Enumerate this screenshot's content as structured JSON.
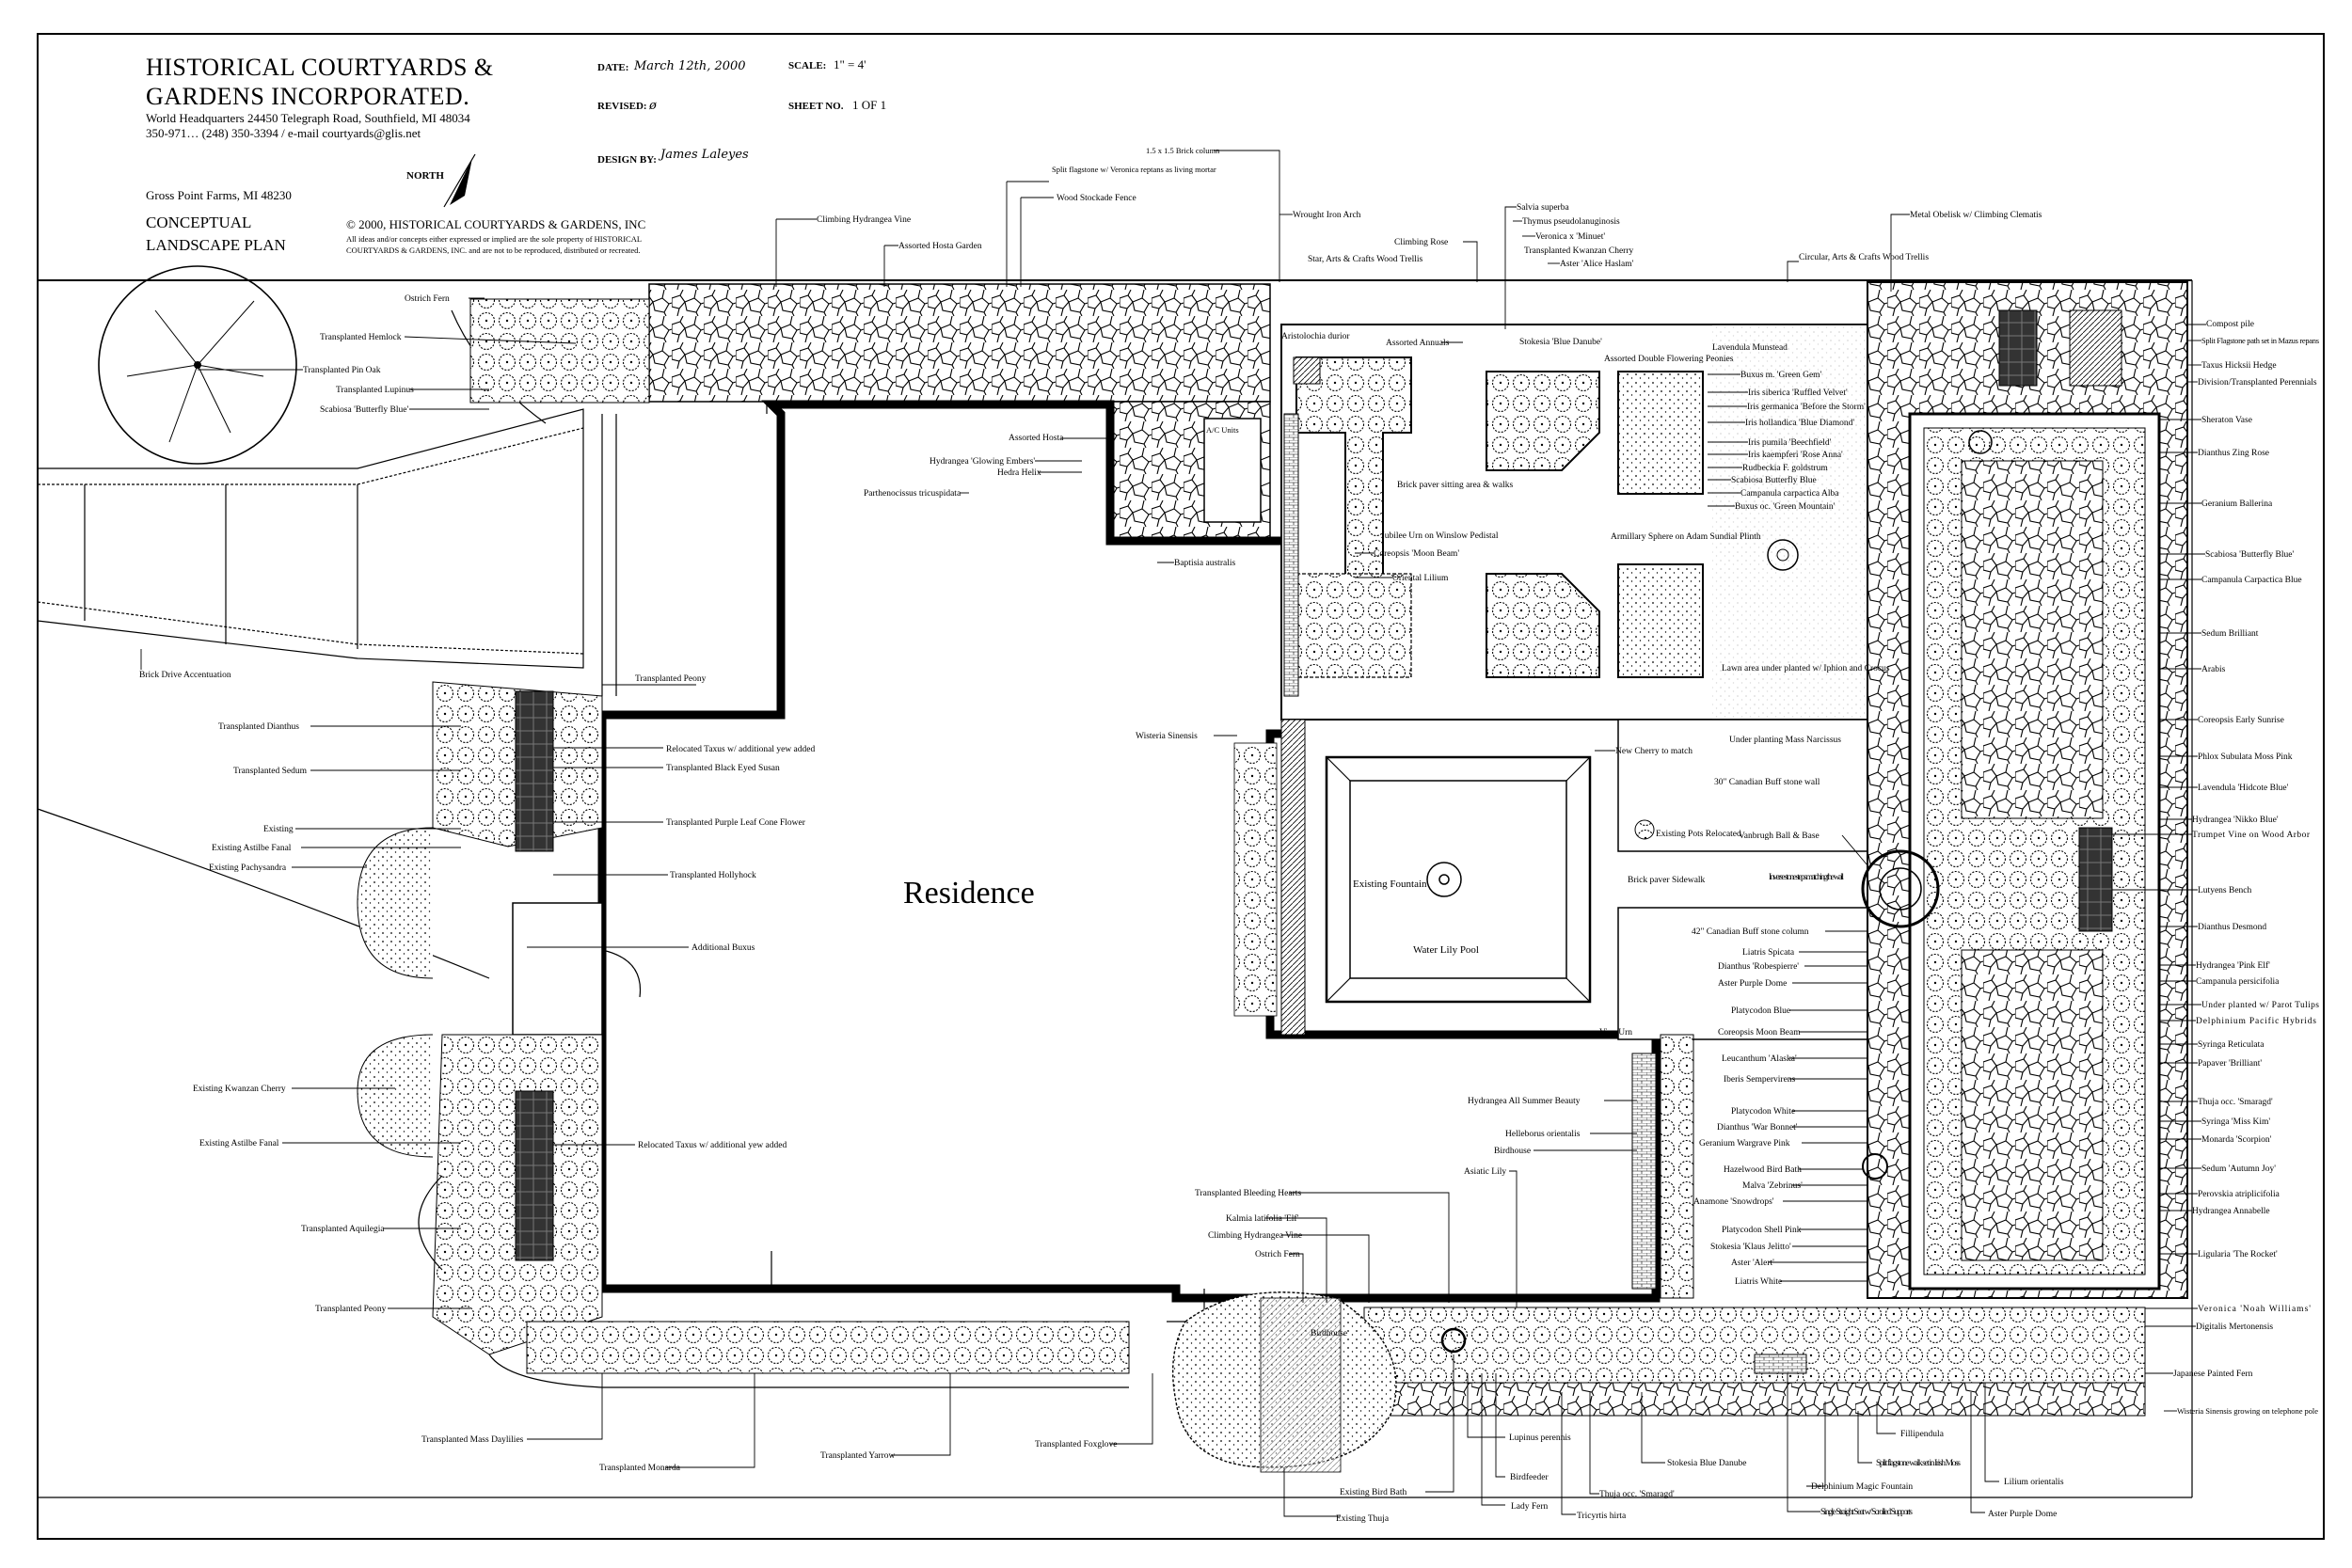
{
  "title_block": {
    "company_line1": "HISTORICAL COURTYARDS &",
    "company_line2": "GARDENS INCORPORATED.",
    "address": "World Headquarters 24450 Telegraph Road, Southfield, MI 48034",
    "contact": "350-971… (248) 350-3394 / e-mail courtyards@glis.net",
    "client_city": "Gross Point Farms, MI  48230",
    "plan_line1": "CONCEPTUAL",
    "plan_line2": "LANDSCAPE PLAN",
    "copyright": "© 2000, HISTORICAL COURTYARDS & GARDENS, INC",
    "rights1": "All ideas and/or concepts either expressed or implied are the sole property of HISTORICAL",
    "rights2": "COURTYARDS & GARDENS, INC. and are not to be reproduced, distributed or recreated.",
    "north": "NORTH",
    "date_label": "DATE:",
    "date_value": "March 12th, 2000",
    "scale_label": "SCALE:",
    "scale_value": "1\" = 4'",
    "revised_label": "REVISED:",
    "revised_value": "ø",
    "sheet_label": "SHEET NO.",
    "sheet_value": "1 OF 1",
    "design_label": "DESIGN BY:",
    "design_value": "James Laleyes"
  },
  "center": {
    "residence": "Residence",
    "fountain": "Existing Fountain",
    "pool": "Water Lily Pool",
    "birdhouse": "Birdhouse"
  },
  "labels": {
    "ostrich_fern_top": "Ostrich Fern",
    "hemlock": "Transplanted Hemlock",
    "pin_oak": "Transplanted Pin Oak",
    "lupinus": "Transplanted Lupinus",
    "scabiosa_left": "Scabiosa 'Butterfly Blue'",
    "brick_drive": "Brick Drive Accentuation",
    "dianthus_left": "Transplanted Dianthus",
    "sedum_left": "Transplanted Sedum",
    "existing": "Existing",
    "astilbe1": "Existing Astilbe Fanal",
    "pachysandra": "Existing Pachysandra",
    "kwanzan_left": "Existing Kwanzan Cherry",
    "astilbe2": "Existing Astilbe Fanal",
    "aquilegia": "Transplanted Aquilegia",
    "peony_left": "Transplanted Peony",
    "mass_daylilies": "Transplanted Mass Daylilies",
    "monarda": "Transplanted Monarda",
    "yarrow": "Transplanted Yarrow",
    "foxglove": "Transplanted Foxglove",
    "climbing_hydrangea_top": "Climbing Hydrangea Vine",
    "hosta_garden": "Assorted Hosta Garden",
    "split_flag_top": "Split flagstone w/ Veronica reptans as living mortar",
    "stockade": "Wood Stockade Fence",
    "brick_column": "1.5  x 1.5 Brick column",
    "iron_arch": "Wrought Iron Arch",
    "arts_trellis": "Star, Arts & Crafts Wood Trellis",
    "climbing_rose": "Climbing Rose",
    "aristolochia": "Aristolochia durior",
    "annuals": "Assorted Annuals",
    "salvia": "Salvia superba",
    "thymus": "Thymus pseudolanuginosis",
    "veronica_minuet": "Veronica x 'Minuet'",
    "kwanzan_top": "Transplanted Kwanzan Cherry",
    "aster_alice": "Aster 'Alice Haslam'",
    "stokesia_blue_danube_top": "Stokesia 'Blue Danube'",
    "lavendula_munstead": "Lavendula Munstead",
    "double_peonies": "Assorted Double Flowering Peonies",
    "buxus_green_gem": "Buxus m. 'Green Gem'",
    "iris_ruffled": "Iris siberica 'Ruffled Velvet'",
    "iris_before": "Iris germanica 'Before the Storm'",
    "iris_blue_diamond": "Iris hollandica 'Blue Diamond'",
    "iris_beechfield": "Iris pumila 'Beechfield'",
    "iris_rose_anna": "Iris kaempferi 'Rose Anna'",
    "rudbeckia": "Rudbeckia F. goldstrum",
    "scabiosa_mid": "Scabiosa Butterfly Blue",
    "campanula_alba": "Campanula carpactica Alba",
    "buxus_green_mountain": "Buxus oc. 'Green Mountain'",
    "circular_trellis": "Circular, Arts & Crafts Wood Trellis",
    "metal_obelisk": "Metal Obelisk w/ Climbing Clematis",
    "assorted_hosta": "Assorted Hosta",
    "ac_unit": "A/C Units",
    "glowing_embers": "Hydrangea 'Glowing Embers'",
    "hedra": "Hedra Helix",
    "parthenocissus": "Parthenocissus tricuspidata",
    "baptisia": "Baptisia australis",
    "brick_paver_sitting": "Brick paver sitting area & walks",
    "jubilee_urn": "Jubilee Urn on Winslow Pedistal",
    "coreopsis_moon_mid": "Coreopsis 'Moon Beam'",
    "oriental_lilium": "Oriental Lilium",
    "armillary": "Armillary Sphere on Adam Sundial Plinth",
    "lawn_iphion": "Lawn area under planted w/ Iphion and Crocus",
    "mass_narcissus": "Under planting Mass Narcissus",
    "new_cherry": "New Cherry to match",
    "buff_wall30": "30\" Canadian Buff stone wall",
    "existing_pots": "Existing Pots Relocated",
    "vanbrugh": "Vanbrugh Ball & Base",
    "brick_sidewalk": "Brick paver Sidewalk",
    "inverse_steps": "Inverse stone steps matching the wall",
    "wisteria_left": "Wisteria Sinensis",
    "peony_mid": "Transplanted Peony",
    "relocated_taxus1": "Relocated Taxus w/ additional yew added",
    "black_eyed": "Transplanted Black Eyed Susan",
    "purple_cone": "Transplanted Purple Leaf Cone Flower",
    "hollyhock": "Transplanted Hollyhock",
    "additional_buxus": "Additional Buxus",
    "relocated_taxus2": "Relocated Taxus w/ additional yew added",
    "buff_column42": "42\" Canadian Buff stone column",
    "liatris_spicata": "Liatris Spicata",
    "dianthus_robespierre": "Dianthus 'Robespierre'",
    "aster_purple_dome_mid": "Aster Purple Dome",
    "platycodon_blue": "Platycodon Blue",
    "coreopsis_moon_right": "Coreopsis Moon Beam",
    "leucanthum": "Leucanthum 'Alaska'",
    "iberis": "Iberis Sempervirens",
    "platycodon_white": "Platycodon White",
    "dianthus_war": "Dianthus 'War Bonnet'",
    "geranium_wargrave": "Geranium Wargrave Pink",
    "hazelwood": "Hazelwood Bird Bath",
    "malva": "Malva 'Zebrinus'",
    "anamone": "Anamone 'Snowdrops'",
    "platycodon_shell": "Platycodon Shell Pink",
    "stokesia_klaus": "Stokesia 'Klaus Jelitto'",
    "aster_alert": "Aster 'Alert'",
    "liatris_white": "Liatris White",
    "vine_urn": "Vine Urn",
    "hydrangea_all_summer": "Hydrangea All Summer Beauty",
    "helleborus": "Helleborus orientalis",
    "birdhouse_r": "Birdhouse",
    "asiatic_lily": "Asiatic Lily",
    "bleeding_hearts": "Transplanted Bleeding Hearts",
    "kalmia": "Kalmia latifolia 'Elf'",
    "climbing_hydrangea_bot": "Climbing Hydrangea Vine",
    "ostrich_fern_bot": "Ostrich Fern",
    "lupinus_perennis": "Lupinus perennis",
    "birdfeeder": "Birdfeeder",
    "bird_bath": "Existing Bird Bath",
    "lady_fern": "Lady Fern",
    "thuja": "Existing Thuja",
    "tricyrtis": "Tricyrtis hirta",
    "thuja_smaragd_bot": "Thuja occ. 'Smaragd'",
    "stokesia_bot": "Stokesia Blue Danube",
    "seat": "Single Straight Seat w/ Scrolled Supports",
    "delphinium_magic": "Delphinium Magic Fountain",
    "filipendula": "Fillipendula",
    "split_flag_irish": "Split flagstone walk set in Irish Moss",
    "lilium_orientalis": "Lilium orientalis",
    "aster_purple_dome_bot": "Aster Purple Dome",
    "compost": "Compost pile",
    "split_flag_mazus": "Split Flagstone path set in Mazus repans",
    "taxus_hicksii": "Taxus Hicksii Hedge",
    "division": "Division/Transplanted Perennials",
    "sheraton": "Sheraton Vase",
    "dianthus_zing": "Dianthus Zing Rose",
    "geranium_ballerina": "Geranium Ballerina",
    "scabiosa_right": "Scabiosa 'Butterfly Blue'",
    "campanula_blue": "Campanula Carpactica Blue",
    "sedum_brilliant": "Sedum Brilliant",
    "arabis": "Arabis",
    "coreopsis_early": "Coreopsis Early Sunrise",
    "phlox": "Phlox Subulata Moss Pink",
    "lavendula_hidcote": "Lavendula 'Hidcote Blue'",
    "hydrangea_nikko": "Hydrangea 'Nikko Blue'",
    "trumpet_vine": "Trumpet Vine on Wood Arbor",
    "lutyens": "Lutyens Bench",
    "dianthus_desmond": "Dianthus Desmond",
    "hydrangea_pink_elf": "Hydrangea 'Pink Elf'",
    "campanula_persicifolia": "Campanula persicifolia",
    "parot_tulips": "Under planted w/ Parot Tulips",
    "delphinium_pacific": "Delphinium Pacific Hybrids",
    "syringa_reticulata": "Syringa Reticulata",
    "papaver": "Papaver 'Brilliant'",
    "thuja_smaragd_right": "Thuja occ. 'Smaragd'",
    "syringa_miss_kim": "Syringa 'Miss Kim'",
    "monarda_scorpion": "Monarda 'Scorpion'",
    "sedum_autumn": "Sedum 'Autumn Joy'",
    "perovskia": "Perovskia atriplicifolia",
    "hydrangea_annabelle": "Hydrangea Annabelle",
    "ligularia": "Ligularia 'The Rocket'",
    "veronica_noah": "Veronica 'Noah Williams'",
    "digitalis": "Digitalis Mertonensis",
    "japanese_fern": "Japanese Painted Fern",
    "wisteria_pole": "Wisteria Sinensis growing on telephone pole"
  }
}
